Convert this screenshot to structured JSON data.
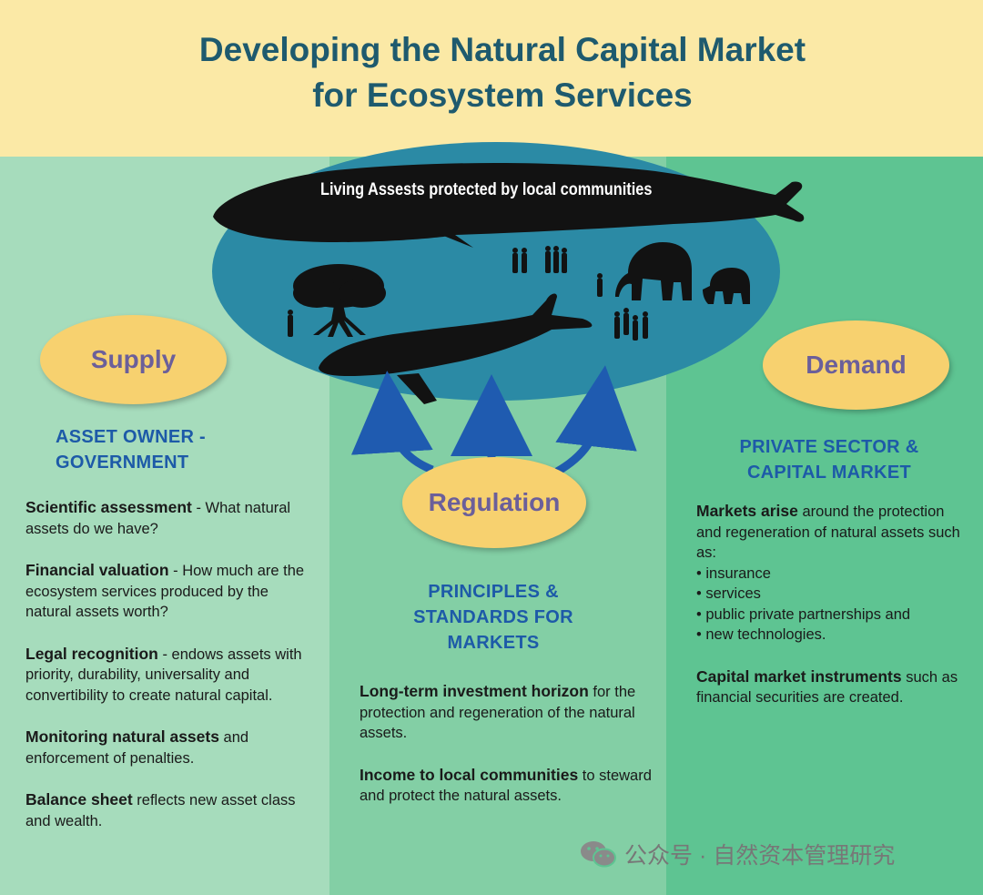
{
  "title": {
    "line1": "Developing the Natural Capital Market",
    "line2": "for Ecosystem Services"
  },
  "center": {
    "label": "Living Assests protected by local communities"
  },
  "supply": {
    "oval": "Supply",
    "heading_line1": "ASSET OWNER -",
    "heading_line2": "GOVERNMENT",
    "items": [
      {
        "bold": "Scientific assessment",
        "text": " - What natural assets do we have?"
      },
      {
        "bold": "Financial valuation",
        "text": " - How much are the ecosystem services produced by the natural assets worth?"
      },
      {
        "bold": "Legal recognition",
        "text": " - endows assets with priority, durability, universality and convertibility to create natural capital."
      },
      {
        "bold": "Monitoring natural assets",
        "text": " and enforcement of penalties."
      },
      {
        "bold": "Balance sheet",
        "text": " reflects new asset class and wealth."
      }
    ]
  },
  "regulation": {
    "oval": "Regulation",
    "heading_line1": "PRINCIPLES &",
    "heading_line2": "STANDARDS FOR",
    "heading_line3": "MARKETS",
    "items": [
      {
        "bold": "Long-term investment horizon",
        "text": " for the protection and regeneration of the natural assets."
      },
      {
        "bold": "Income to local communities",
        "text": " to steward and protect the natural assets."
      }
    ]
  },
  "demand": {
    "oval": "Demand",
    "heading_line1": "PRIVATE SECTOR &",
    "heading_line2": "CAPITAL MARKET",
    "intro_bold": "Markets arise",
    "intro_text": " around the protection and regeneration of natural assets such as:",
    "bullets": [
      "• insurance",
      "• services",
      "• public private partnerships and",
      "• new technologies."
    ],
    "item2_bold": "Capital market instruments",
    "item2_text": " such as financial securities are created."
  },
  "watermark": {
    "text": "公众号 · 自然资本管理研究"
  },
  "colors": {
    "title": "#1e5a6e",
    "heading": "#1d5aa8",
    "oval": "#f7d16f",
    "oval_text": "#6b5f9a",
    "center_ellipse": "#2b8aa5",
    "arrow": "#1f5bb0",
    "header_bg": "#fbe9a6"
  },
  "icons": [
    "blue-whale-silhouette",
    "humpback-whale-silhouette",
    "elephant-silhouette",
    "mangrove-tree-silhouette",
    "people-silhouette",
    "wechat-icon"
  ]
}
